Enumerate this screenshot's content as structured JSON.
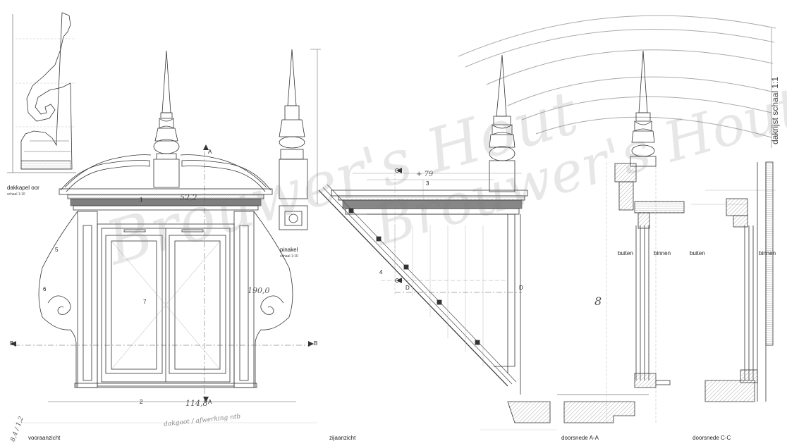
{
  "labels": {
    "dakkapel_oor": "dakkapel oor",
    "dakkapel_oor_scale": "schaal 1:10",
    "pinakel": "pinakel",
    "pinakel_scale": "schaal 1:10",
    "vooraanzicht": "vooraanzicht",
    "zijaanzicht": "zijaanzicht",
    "doorsnede_aa": "doorsnede A-A",
    "doorsnede_cc": "doorsnede C-C",
    "dakrijst": "dakrijst schaal 1:1",
    "buiten_1": "buiten",
    "binnen_1": "binnen",
    "buiten_2": "buiten",
    "binnen_2": "binnen"
  },
  "section_markers": {
    "A": "A",
    "B": "B",
    "C": "C",
    "D": "D"
  },
  "detail_numbers": [
    "1",
    "2",
    "3",
    "4",
    "5",
    "6",
    "7",
    "8"
  ],
  "handwritten": {
    "n1": "52,2",
    "n2": "114,8",
    "n3": "190,0",
    "n4": "+ 79",
    "n5": "dakgoot / afwerking ntb",
    "n6": "8,4 / 1,2"
  },
  "watermark": "Brouwer's Hout",
  "colors": {
    "line": "#333333",
    "light_line": "#8a8a8a",
    "hatch": "#777777",
    "watermark": "#bdbdbd"
  }
}
